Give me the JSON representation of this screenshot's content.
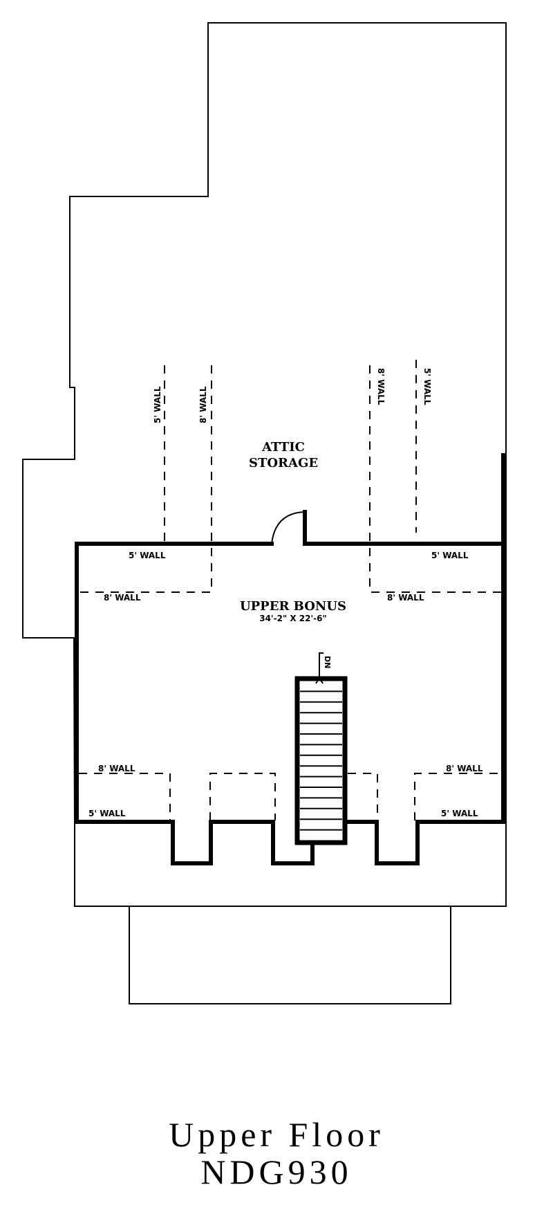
{
  "plan": {
    "title": "Upper Floor",
    "plan_number": "NDG930",
    "line_color": "#000000",
    "background": "#ffffff"
  },
  "rooms": [
    {
      "name": "ATTIC",
      "name2": "STORAGE"
    },
    {
      "name": "UPPER BONUS",
      "dimensions": "34'-2\" X 22'-6\""
    }
  ],
  "wall_labels": {
    "top_left_vertical_1": "5' WALL",
    "top_left_vertical_2": "8' WALL",
    "top_right_vertical_1": "8' WALL",
    "top_right_vertical_2": "5' WALL",
    "upper_left_5": "5' WALL",
    "upper_left_8": "8' WALL",
    "upper_right_5": "5' WALL",
    "upper_right_8": "8' WALL",
    "lower_left_8": "8' WALL",
    "lower_left_5": "5' WALL",
    "lower_right_8": "8' WALL",
    "lower_right_5": "5' WALL"
  },
  "stair": {
    "label": "DN",
    "treads": 15
  }
}
